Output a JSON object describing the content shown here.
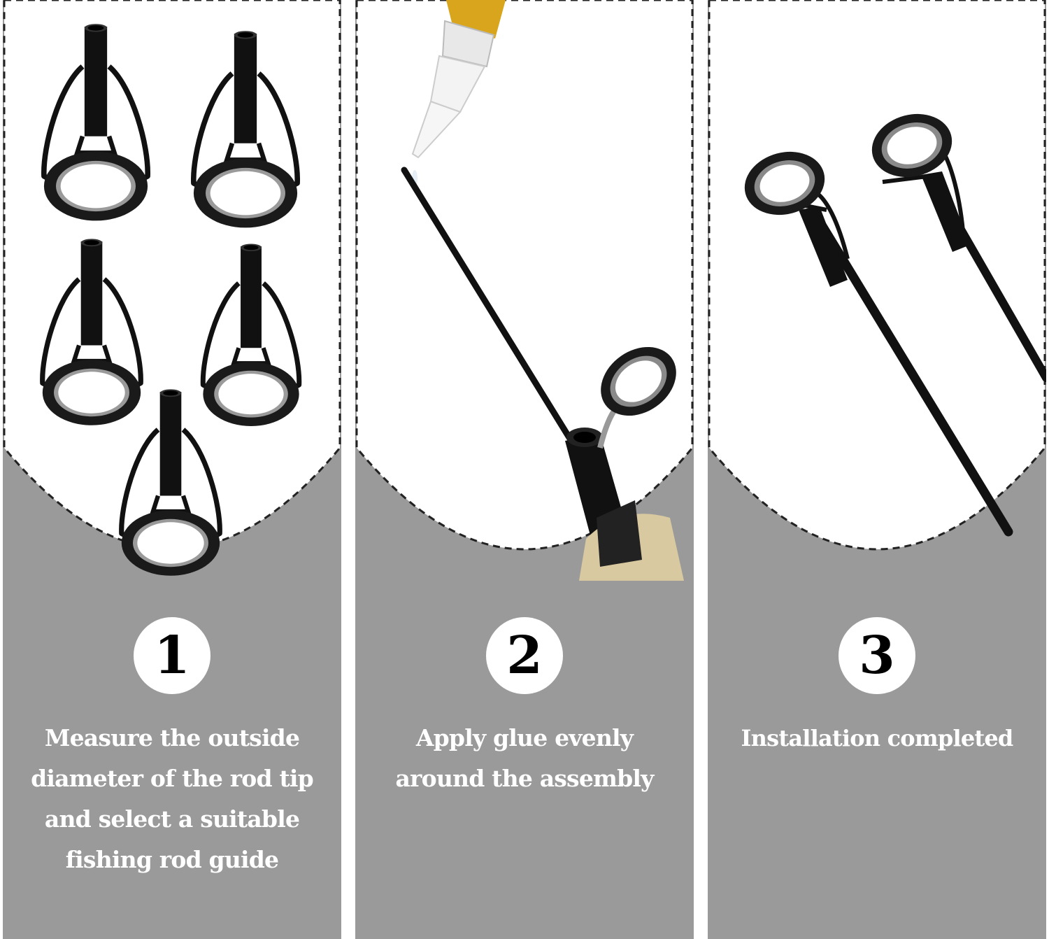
{
  "steps": [
    {
      "number": "1",
      "caption_lines": [
        "Measure the outside",
        "diameter of the rod tip",
        "and select a suitable",
        "fishing rod guide"
      ],
      "image": "rod-tip-guides-icon"
    },
    {
      "number": "2",
      "caption_lines": [
        "Apply glue evenly",
        "around the assembly"
      ],
      "image": "glue-application-icon"
    },
    {
      "number": "3",
      "caption_lines": [
        "Installation completed"
      ],
      "image": "installed-rod-tips-icon"
    }
  ],
  "colors": {
    "panel_gray": "#9a9a9a",
    "badge_bg": "#ffffff",
    "caption_text": "#ffffff",
    "number_text": "#000000",
    "dashed_border": "#222222"
  }
}
